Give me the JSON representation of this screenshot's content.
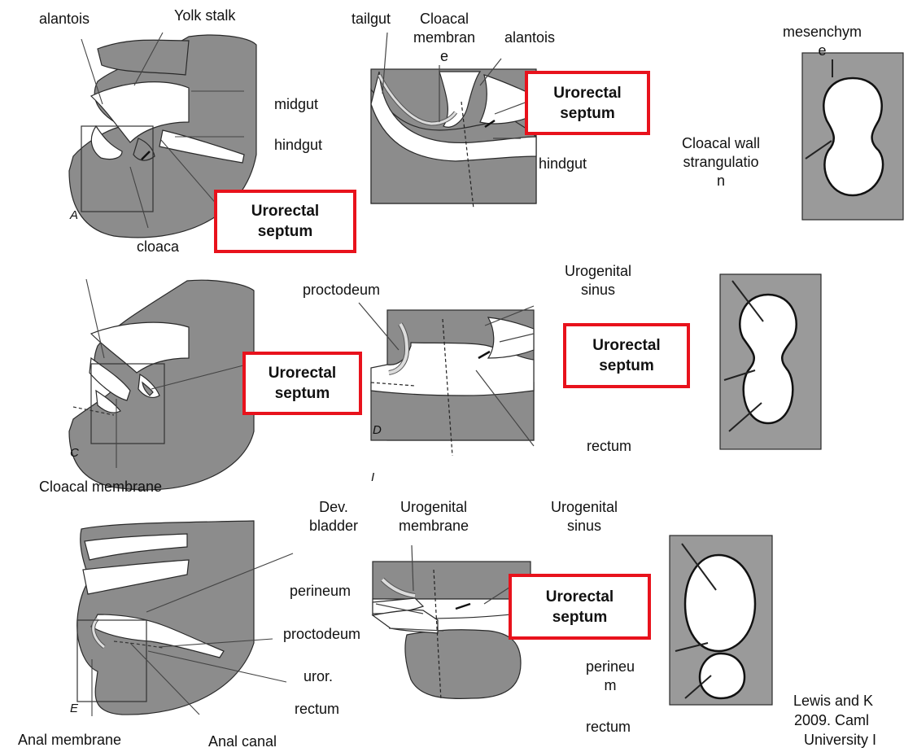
{
  "colors": {
    "tissue": "#8c8c8c",
    "lumen": "#ffffff",
    "outline": "#2a2a2a",
    "box": "#e8121c",
    "photo_bg": "#9a9a9a"
  },
  "panel_letters": {
    "a": "A",
    "c": "C",
    "d": "D",
    "e": "E",
    "stray": "I"
  },
  "box_label": [
    "Urorectal",
    "septum"
  ],
  "row1": {
    "alantois_a": "alantois",
    "yolk_stalk": "Yolk stalk",
    "midgut": "midgut",
    "hindgut_a": "hindgut",
    "cloaca": "cloaca",
    "tailgut": "tailgut",
    "cloacal_membrane": [
      "Cloacal",
      "membran",
      "e"
    ],
    "alantois_b": "alantois",
    "hindgut_b": "hindgut",
    "mesenchyme": [
      "mesenchym",
      "e"
    ],
    "cloacal_wall": [
      "Cloacal wall",
      "strangulatio",
      "n"
    ]
  },
  "row2": {
    "proctodeum": "proctodeum",
    "urogenital_sinus": [
      "Urogenital",
      "sinus"
    ],
    "rectum": "rectum",
    "cloacal_membrane": "Cloacal membrane"
  },
  "row3": {
    "dev_bladder": [
      "Dev.",
      "bladder"
    ],
    "urogenital_membrane": [
      "Urogenital",
      "membrane"
    ],
    "urogenital_sinus": [
      "Urogenital",
      "sinus"
    ],
    "perineum": "perineum",
    "proctodeum": "proctodeum",
    "uror": "uror.",
    "rectum_left": "rectum",
    "perineum_right": [
      "perineu",
      "m"
    ],
    "rectum_right": "rectum",
    "anal_membrane": "Anal membrane",
    "anal_canal": "Anal canal"
  },
  "citation": [
    "Lewis and K",
    "2009. Caml",
    "University I"
  ]
}
